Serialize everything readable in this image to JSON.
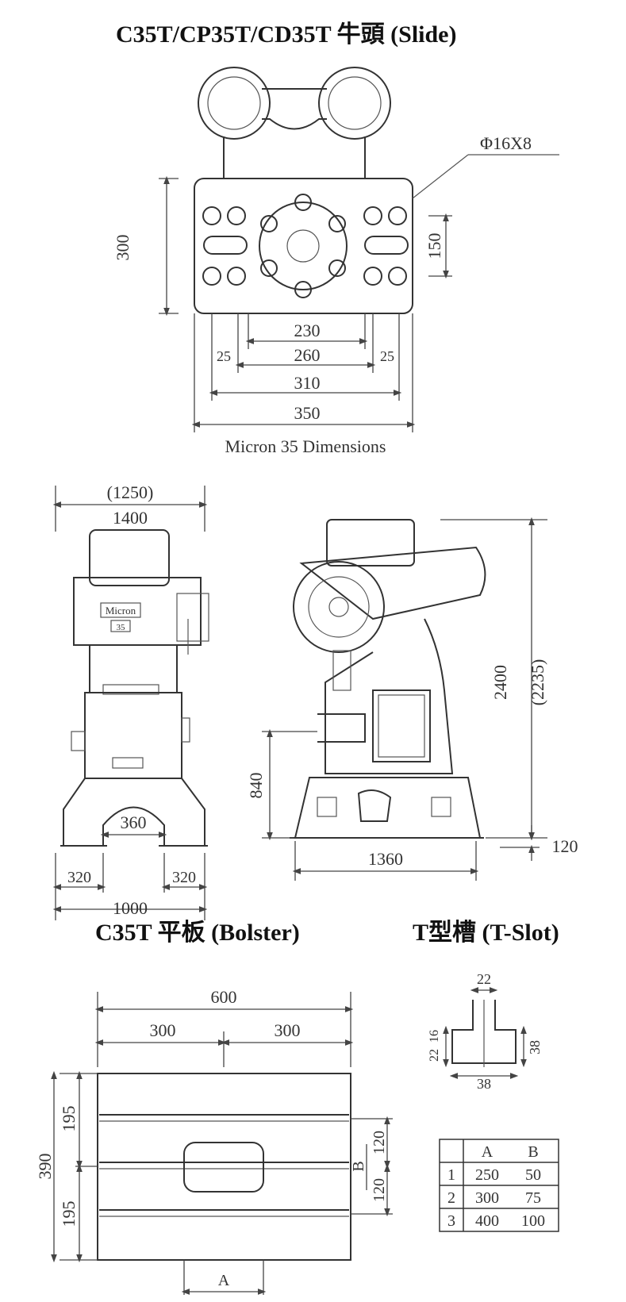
{
  "titles": {
    "slide": "C35T/CP35T/CD35T 牛頭 (Slide)",
    "bolster": "C35T 平板 (Bolster)",
    "tslot": "T型槽 (T-Slot)"
  },
  "slide": {
    "caption": "Micron 35 Dimensions",
    "hole_spec": "Φ16X8",
    "dims": {
      "height": "300",
      "hole_pitch": "150",
      "w230": "230",
      "w260": "260",
      "w310": "310",
      "w350": "350",
      "edge_left": "25",
      "edge_right": "25"
    }
  },
  "machine": {
    "front": {
      "width_outer": "1400",
      "width_inner": "(1250)",
      "gap": "360",
      "foot_left": "320",
      "foot_right": "320",
      "base": "1000",
      "nameplate": "Micron",
      "nameplate_sub": "35"
    },
    "side": {
      "height": "2400",
      "height_alt": "(2235)",
      "bed_height": "840",
      "base_height": "120",
      "depth": "1360"
    }
  },
  "bolster": {
    "width": "600",
    "half_left": "300",
    "half_right": "300",
    "depth": "390",
    "upper": "195",
    "lower": "195",
    "slot_up": "120",
    "slot_down": "120",
    "b_label": "B",
    "a_label": "A"
  },
  "tslot": {
    "top": "22",
    "depth": "38",
    "bottom": "38",
    "side1": "16",
    "side2": "22"
  },
  "table": {
    "headers": [
      "",
      "A",
      "B"
    ],
    "rows": [
      [
        "1",
        "250",
        "50"
      ],
      [
        "2",
        "300",
        "75"
      ],
      [
        "3",
        "400",
        "100"
      ]
    ]
  }
}
